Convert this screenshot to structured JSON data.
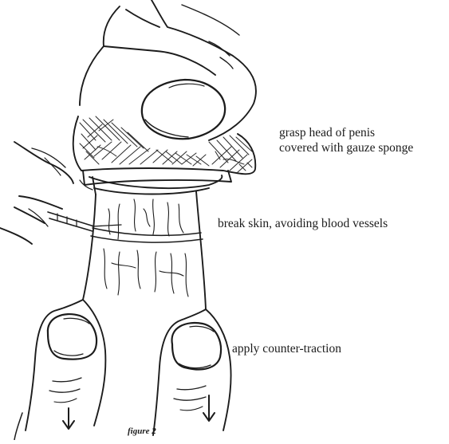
{
  "annotations": {
    "grasp": [
      "grasp head of penis",
      "covered with gauze sponge"
    ],
    "incision": "break skin, avoiding blood vessels",
    "traction": "apply counter-traction"
  },
  "figure_label": "figure 2",
  "colors": {
    "ink": "#1c1c1c",
    "background": "#ffffff"
  }
}
